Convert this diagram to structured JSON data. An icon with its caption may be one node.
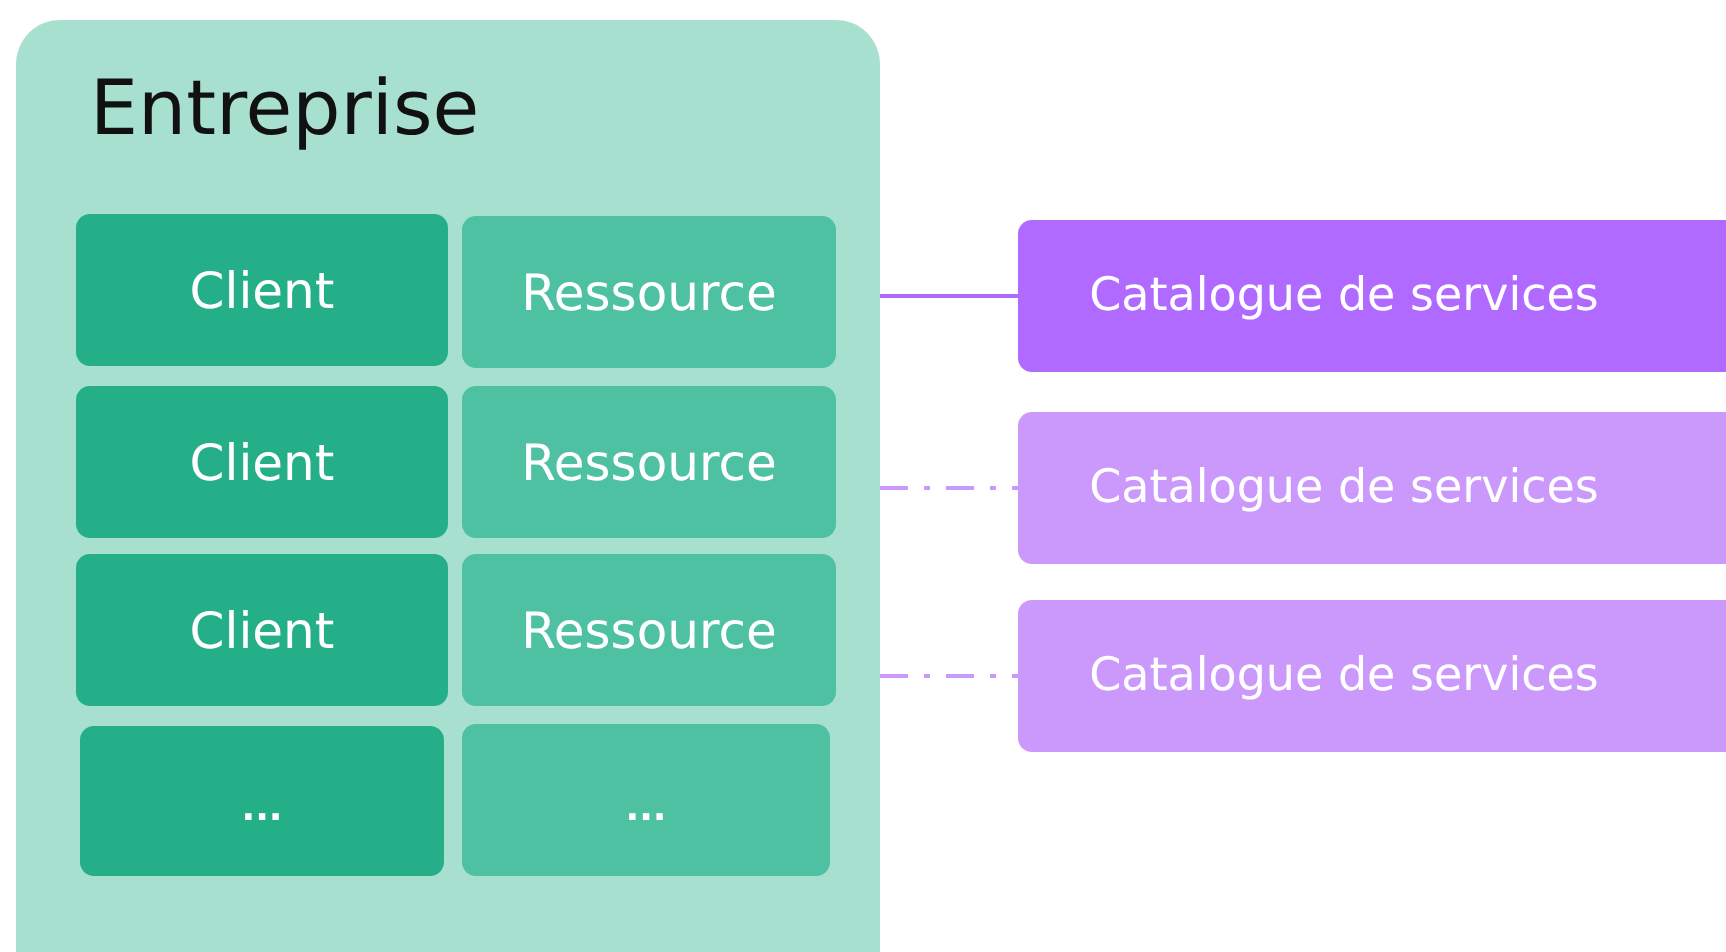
{
  "diagram": {
    "nodes": [
      {
        "text": [
          "Entreprise"
        ]
      },
      {
        "text": [
          "Client"
        ],
        "in": 0
      },
      {
        "text": [
          "Ressource"
        ],
        "in": 0
      },
      {
        "text": [
          "Client"
        ],
        "in": 0
      },
      {
        "text": [
          "Ressource"
        ],
        "in": 0
      },
      {
        "text": [
          "Client"
        ],
        "in": 0
      },
      {
        "text": [
          "Ressource"
        ],
        "in": 0
      },
      {
        "text": [
          "..."
        ],
        "in": 0
      },
      {
        "text": [
          "..."
        ],
        "in": 0
      },
      {
        "text": [
          "Catalogue de services"
        ]
      },
      {
        "text": [
          "Catalogue de services"
        ]
      },
      {
        "text": [
          "Catalogue de services"
        ]
      }
    ],
    "edges": [
      {
        "from": 0,
        "to": 9,
        "arrow": "none",
        "color": "#b06aff"
      },
      {
        "from": 0,
        "to": 10,
        "arrow": "none",
        "style": "dashed"
      },
      {
        "from": 0,
        "to": 11,
        "arrow": "none",
        "style": "dashed"
      }
    ]
  }
}
